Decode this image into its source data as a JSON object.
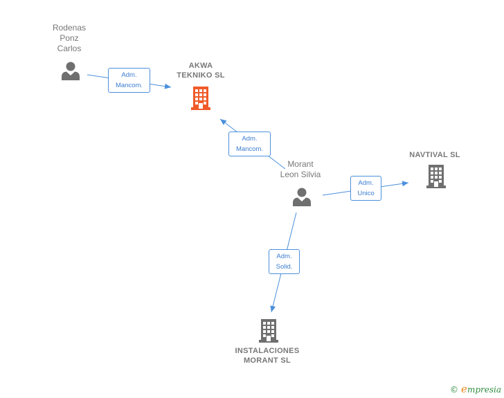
{
  "colors": {
    "edge": "#4a8fdb",
    "person": "#6f6f6f",
    "company": "#6f6f6f",
    "company_focus": "#f05a28"
  },
  "nodes": {
    "rodenas": {
      "label": [
        "Rodenas",
        "Ponz",
        "Carlos"
      ],
      "icon": "person-icon"
    },
    "akwa": {
      "label": [
        "AKWA",
        "TEKNIKO  SL"
      ],
      "icon": "building-icon-focus"
    },
    "morant": {
      "label": [
        "Morant",
        "Leon Silvia"
      ],
      "icon": "person-icon"
    },
    "navtival": {
      "label": [
        "NAVTIVAL  SL"
      ],
      "icon": "building-icon"
    },
    "instalaciones": {
      "label": [
        "INSTALACIONES",
        "MORANT SL"
      ],
      "icon": "building-icon"
    }
  },
  "edges": [
    {
      "id": "rodenas-akwa",
      "label": [
        "Adm.",
        "Mancom."
      ]
    },
    {
      "id": "morant-akwa",
      "label": [
        "Adm.",
        "Mancom."
      ]
    },
    {
      "id": "morant-navtival",
      "label": [
        "Adm.",
        "Unico"
      ]
    },
    {
      "id": "morant-instalaciones",
      "label": [
        "Adm.",
        "Solid."
      ]
    }
  ],
  "brand": {
    "copyright": "©",
    "initial": "e",
    "name": "mpresia"
  }
}
